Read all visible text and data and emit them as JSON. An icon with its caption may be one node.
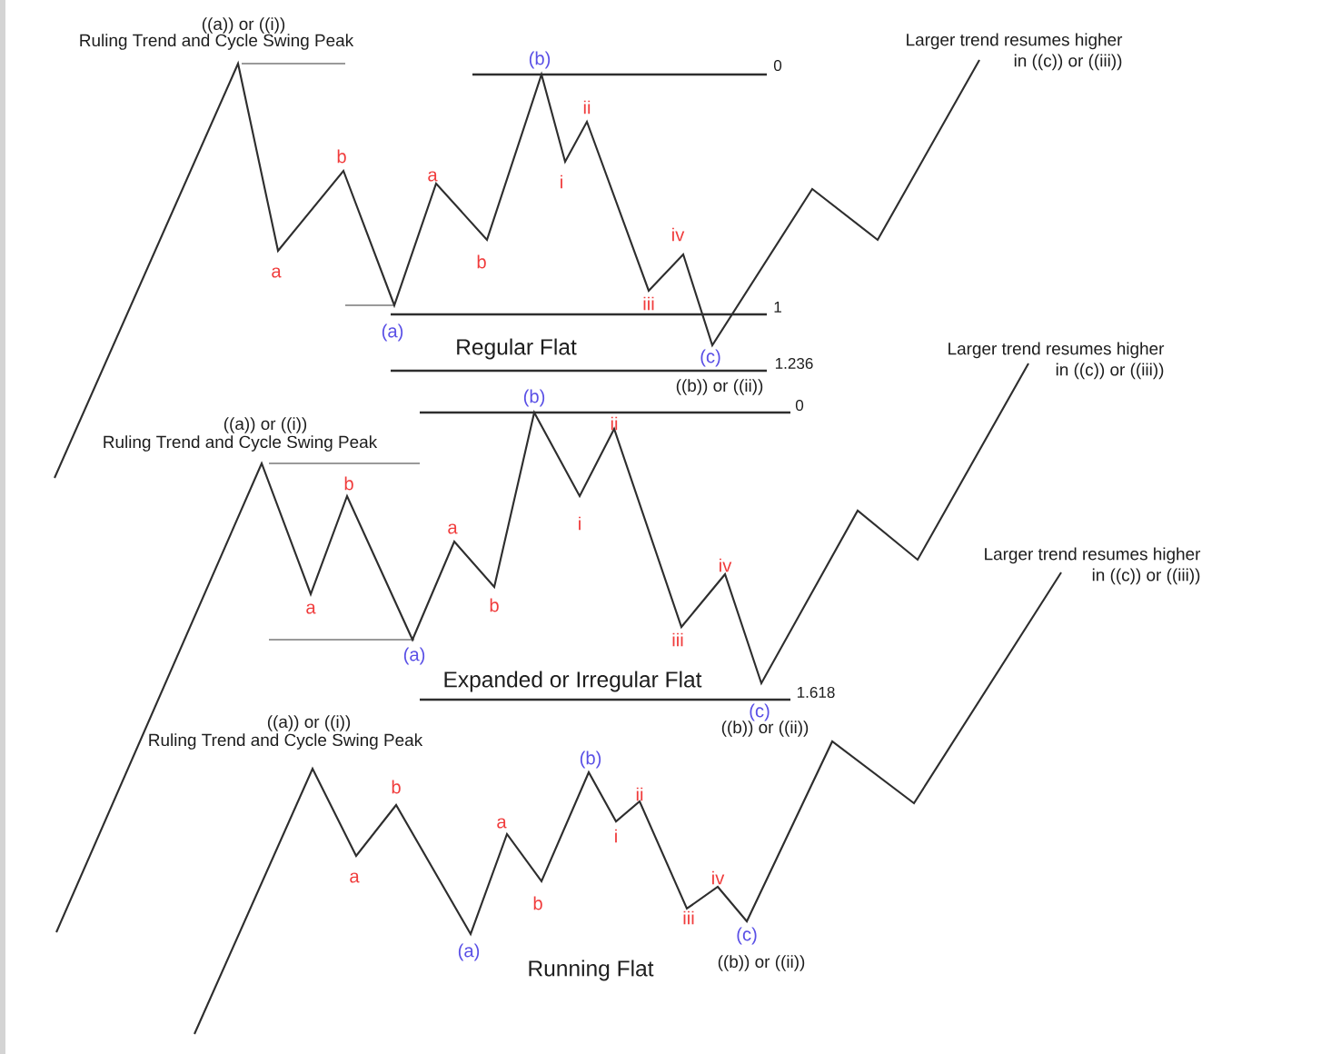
{
  "diagram": {
    "labels": [
      "((a)) or ((i))",
      "Ruling Trend and Cycle Swing Peak",
      "Larger trend resumes higher in ((c)) or ((iii))",
      "(b)",
      "0",
      "ii",
      "b",
      "a",
      "i",
      "iv",
      "b",
      "a",
      "iii",
      "1",
      "(a)",
      "Regular Flat",
      "(c)",
      "1.236",
      "((b)) or ((ii))",
      "Larger trend resumes higher in ((c)) or ((iii))",
      "(b)",
      "0",
      "ii",
      "((a)) or ((i))",
      "Ruling Trend and Cycle Swing Peak",
      "b",
      "i",
      "a",
      "iv",
      "a",
      "b",
      "iii",
      "(a)",
      "Expanded or Irregular Flat",
      "1.618",
      "(c)",
      "((b)) or ((ii))",
      "Larger trend resumes higher in ((c)) or ((iii))",
      "((a)) or ((i))",
      "Ruling Trend and Cycle Swing Peak",
      "(b)",
      "b",
      "ii",
      "a",
      "i",
      "a",
      "iv",
      "b",
      "iii",
      "(c)",
      "(a)",
      "((b)) or ((ii))",
      "Running Flat"
    ]
  }
}
